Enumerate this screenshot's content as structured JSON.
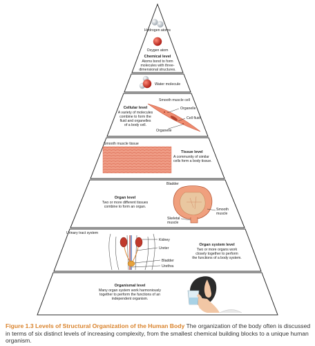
{
  "levels": {
    "chemical": {
      "hydrogen": "Hydrogen atoms",
      "oxygen": "Oxygen atom",
      "title": "Chemical level",
      "desc": [
        "Atoms bond to form",
        "molecules with three-",
        "dimensional structures."
      ],
      "water": "Water molecule"
    },
    "cellular": {
      "smooth_cell": "Smooth muscle cell",
      "title": "Cellular level",
      "desc": [
        "A variety of molecules",
        "combine to form the",
        "fluid and organelles",
        "of a body cell."
      ],
      "organelle_top": "Organelle",
      "organelle_bottom": "Organelle",
      "cell_fluid": "Cell fluid"
    },
    "tissue": {
      "image_label": "Smooth muscle tissue",
      "title": "Tissue level",
      "desc": [
        "A community of similar",
        "cells form a body tissue."
      ]
    },
    "organ": {
      "title": "Organ level",
      "desc": [
        "Two or more different tissues",
        "combine to form an organ."
      ],
      "bladder": "Bladder",
      "smooth_muscle": [
        "Smooth",
        "muscle"
      ],
      "skeletal_muscle": [
        "Skeletal",
        "muscle"
      ]
    },
    "organ_system": {
      "image_label": "Urinary tract system",
      "kidney": "Kidney",
      "ureter": "Ureter",
      "bladder": "Bladder",
      "urethra": "Urethra",
      "title": "Organ system level",
      "desc": [
        "Two or more organs work",
        "closely together to perform",
        "the functions of a body system."
      ]
    },
    "organismal": {
      "title": "Organismal level",
      "desc": [
        "Many organ system work harmoniously",
        "together to perform the functions of an",
        "independent organism."
      ]
    }
  },
  "caption": {
    "figure_label": "Figure 1.3 Levels of Structural Organization of the Human Body",
    "text": "The organization of the body often is discussed in terms of six distinct levels of increasing complexity, from the smallest chemical building blocks to a unique human organism."
  },
  "colors": {
    "caption_accent": "#d9822b",
    "tier_border": "#2a2a2a",
    "muscle": "#e8836a",
    "oxygen": "#cc2a1f"
  }
}
